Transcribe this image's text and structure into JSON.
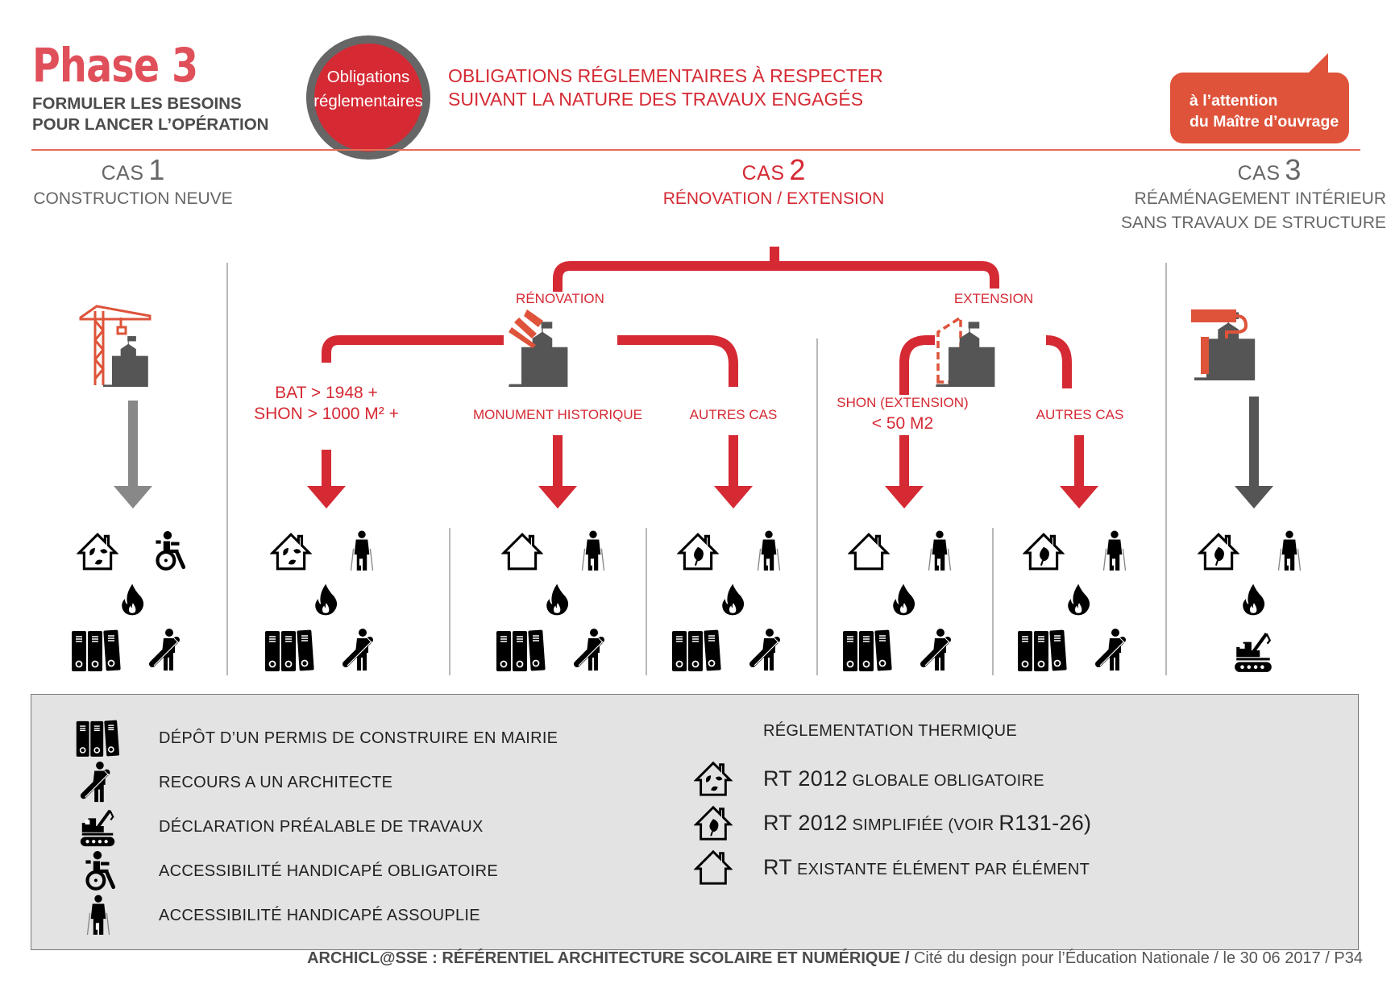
{
  "header": {
    "phase_title": "Phase 3",
    "phase_subtitle_line1": "FORMULER LES BESOINS",
    "phase_subtitle_line2": "POUR LANCER L’OPÉRATION",
    "badge_line1": "Obligations",
    "badge_line2": "réglementaires",
    "headline_line1": "OBLIGATIONS RÉGLEMENTAIRES À RESPECTER",
    "headline_line2": "SUIVANT LA NATURE DES TRAVAUX ENGAGÉS",
    "bubble_line1": "à l’attention",
    "bubble_line2": "du Maître d’ouvrage"
  },
  "colors": {
    "accent_red": "#d52a34",
    "orange": "#de533a",
    "dark_gray": "#555555",
    "legend_bg": "#e3e3e3"
  },
  "cases": [
    {
      "word": "CAS",
      "number": "1",
      "desc_line1": "CONSTRUCTION NEUVE",
      "desc_line2": ""
    },
    {
      "word": "CAS",
      "number": "2",
      "desc_line1": "RÉNOVATION / EXTENSION",
      "desc_line2": ""
    },
    {
      "word": "CAS",
      "number": "3",
      "desc_line1": "RÉAMÉNAGEMENT INTÉRIEUR",
      "desc_line2": "SANS TRAVAUX DE STRUCTURE"
    }
  ],
  "branches": {
    "renovation": "RÉNOVATION",
    "extension": "EXTENSION",
    "sub": [
      {
        "line1": "BAT > 1948 +",
        "line2": "SHON > 1000 M² +"
      },
      {
        "line1": "MONUMENT HISTORIQUE",
        "line2": ""
      },
      {
        "line1": "AUTRES CAS",
        "line2": ""
      },
      {
        "line1": "SHON (EXTENSION)",
        "line2": "< 50 M2"
      },
      {
        "line1": "AUTRES CAS",
        "line2": ""
      }
    ]
  },
  "columns": [
    {
      "thermal": "rt2012-globale",
      "access": "obligatoire",
      "bottom_left": "permis",
      "bottom_right": "architecte"
    },
    {
      "thermal": "rt2012-globale",
      "access": "assouplie",
      "bottom_left": "permis",
      "bottom_right": "architecte"
    },
    {
      "thermal": "rt-existante",
      "access": "assouplie",
      "bottom_left": "permis",
      "bottom_right": "architecte"
    },
    {
      "thermal": "rt2012-simplifiee",
      "access": "assouplie",
      "bottom_left": "permis",
      "bottom_right": "architecte"
    },
    {
      "thermal": "rt-existante",
      "access": "assouplie",
      "bottom_left": "permis",
      "bottom_right": "architecte"
    },
    {
      "thermal": "rt2012-simplifiee",
      "access": "assouplie",
      "bottom_left": "permis",
      "bottom_right": "architecte"
    },
    {
      "thermal": "rt2012-simplifiee",
      "access": "assouplie",
      "bottom_left": "",
      "bottom_right": "declaration"
    }
  ],
  "legend": {
    "left": [
      {
        "icon": "binders-icon",
        "label": "DÉPÔT D’UN PERMIS DE CONSTRUIRE EN MAIRIE"
      },
      {
        "icon": "architect-icon",
        "label": "RECOURS A UN ARCHITECTE"
      },
      {
        "icon": "excavator-icon",
        "label": "DÉCLARATION PRÉALABLE DE TRAVAUX"
      },
      {
        "icon": "wheelchair-icon",
        "label": "ACCESSIBILITÉ HANDICAPÉ OBLIGATOIRE"
      },
      {
        "icon": "crutches-icon",
        "label": "ACCESSIBILITÉ HANDICAPÉ ASSOUPLIE"
      }
    ],
    "right_title": "RÉGLEMENTATION THERMIQUE",
    "right": [
      {
        "icon": "house-leaves-icon",
        "prefix": "RT 2012",
        "label": " GLOBALE OBLIGATOIRE",
        "suffix": ""
      },
      {
        "icon": "house-leaf-icon",
        "prefix": "RT 2012",
        "label": " SIMPLIFIÉE (VOIR ",
        "suffix": "R131-26)"
      },
      {
        "icon": "house-outline-icon",
        "prefix": "RT",
        "label": " EXISTANTE ÉLÉMENT PAR ÉLÉMENT",
        "suffix": ""
      }
    ]
  },
  "footer": {
    "bold": "ARCHICL@SSE : RÉFÉRENTIEL ARCHITECTURE SCOLAIRE ET NUMÉRIQUE / ",
    "normal": "Cité du design pour l’Éducation Nationale  / le 30 06 2017 / P34"
  }
}
